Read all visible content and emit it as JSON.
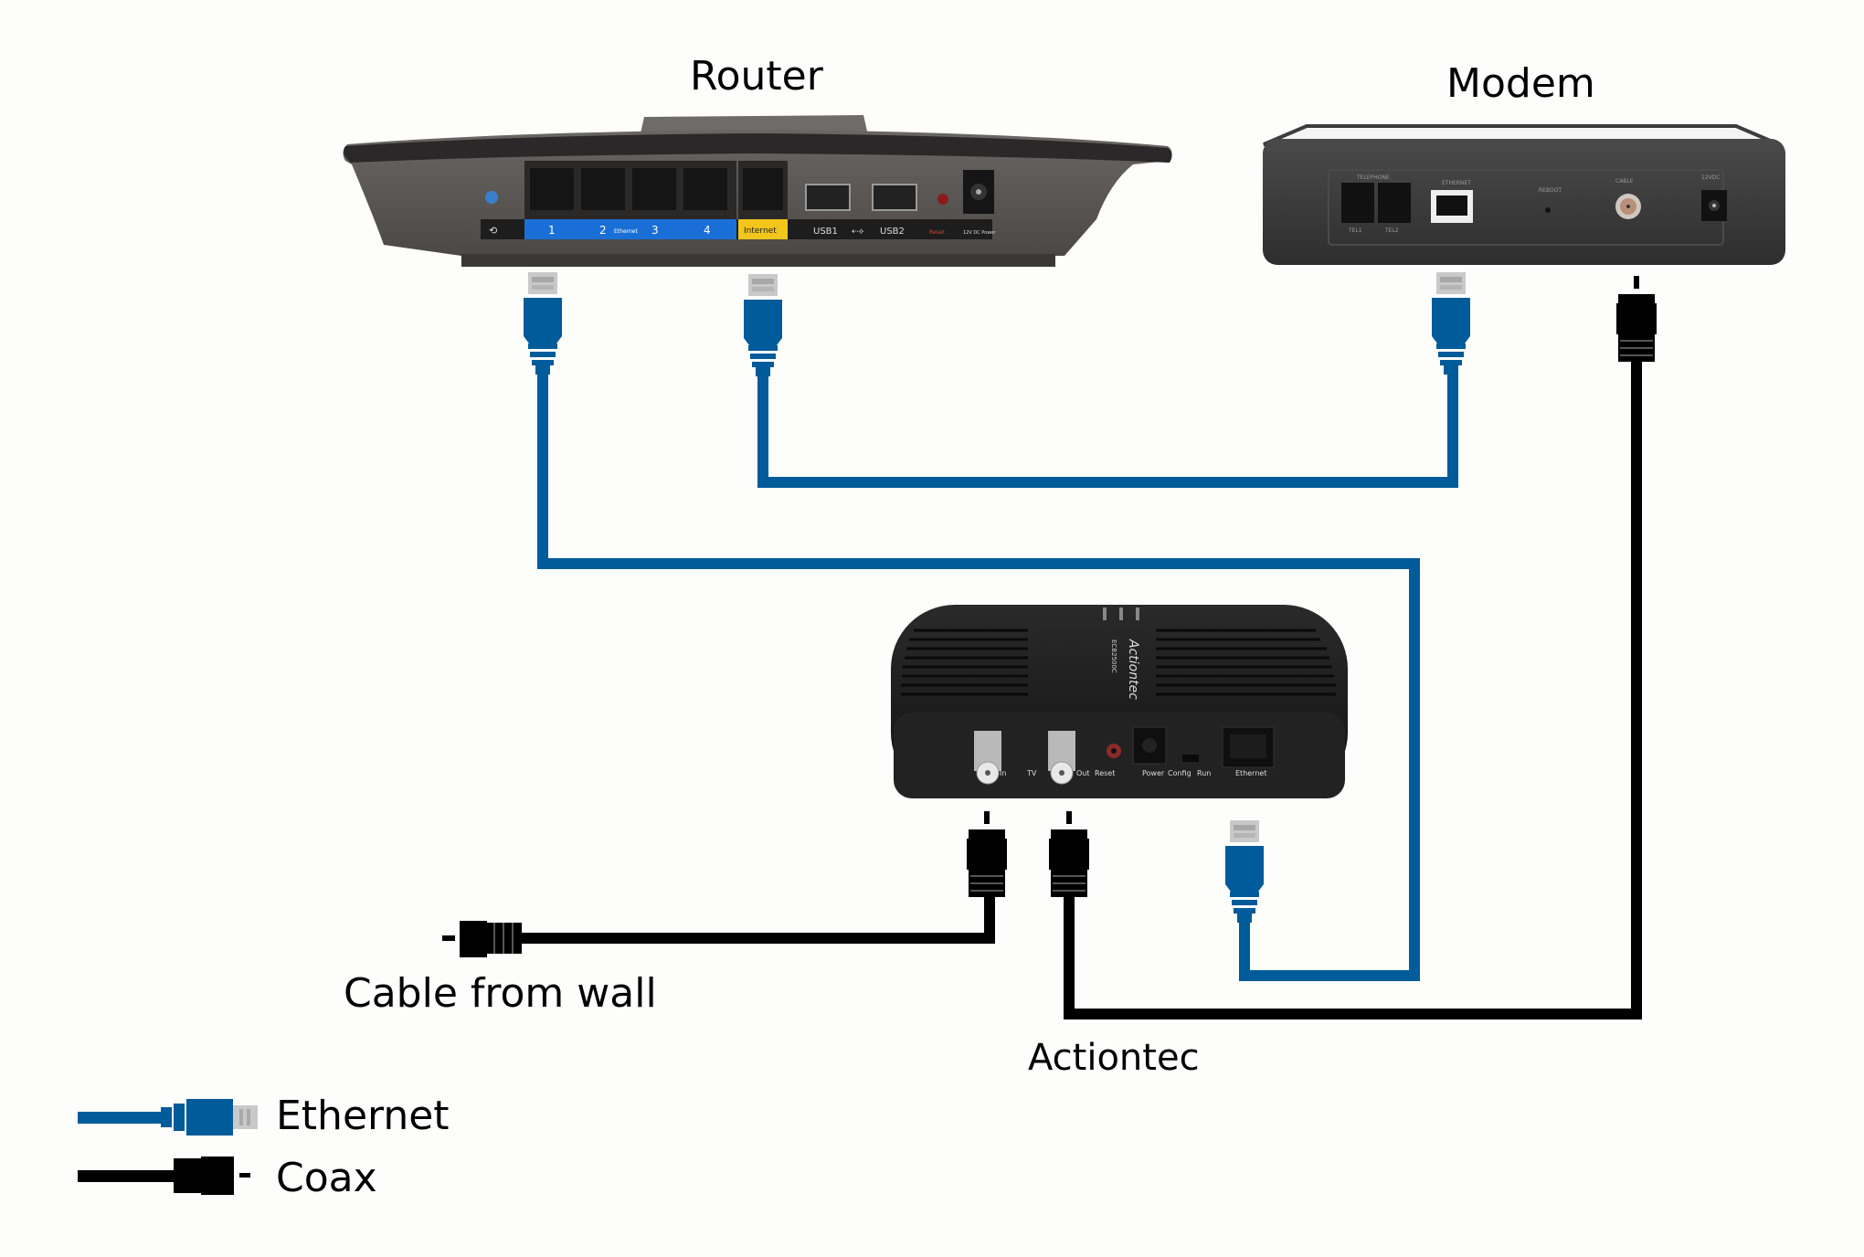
{
  "title": "Router, Modem and Actiontec MoCA adapter wiring diagram",
  "colors": {
    "ethernet": "#005b9a",
    "coax": "#000000",
    "connector_gray": "#c8c8c8",
    "router_body": "#5a5654",
    "modem_body": "#3d3d3e",
    "actiontec_body": "#1e1e1e",
    "router_lan_band": "#1a6fd6",
    "router_internet_band": "#f2c61a"
  },
  "devices": {
    "router": {
      "label": "Router",
      "port_labels": {
        "wps": "⟲",
        "lan": [
          "1",
          "2",
          "3",
          "4"
        ],
        "ethernet": "Ethernet",
        "internet": "Internet",
        "usb1": "USB1",
        "usb_symbol": "⇠⟡",
        "usb2": "USB2",
        "reset": "Reset",
        "power": "12V DC Power"
      }
    },
    "modem": {
      "label": "Modem",
      "port_labels": {
        "telephone": "TELEPHONE",
        "tel1": "TEL1",
        "tel2": "TEL2",
        "ethernet": "ETHERNET",
        "reboot": "REBOOT",
        "cable": "CABLE",
        "power": "12VDC"
      }
    },
    "actiontec": {
      "label": "Actiontec",
      "brand": "Actiontec",
      "model": "ECB2500C",
      "port_labels": {
        "in": "In",
        "tv": "TV",
        "out": "Out",
        "reset": "Reset",
        "power": "Power",
        "config": "Config",
        "run": "Run",
        "ethernet": "Ethernet"
      }
    }
  },
  "annotations": {
    "cable_from_wall": "Cable from wall"
  },
  "legend": {
    "items": [
      {
        "label": "Ethernet",
        "type": "ethernet"
      },
      {
        "label": "Coax",
        "type": "coax"
      }
    ]
  },
  "connections": [
    {
      "from": "Router LAN port",
      "to": "Actiontec Ethernet",
      "type": "ethernet"
    },
    {
      "from": "Router Internet port",
      "to": "Modem Ethernet",
      "type": "ethernet"
    },
    {
      "from": "Modem Cable port",
      "to": "Actiontec Out",
      "type": "coax"
    },
    {
      "from": "Cable from wall",
      "to": "Actiontec In",
      "type": "coax"
    }
  ]
}
